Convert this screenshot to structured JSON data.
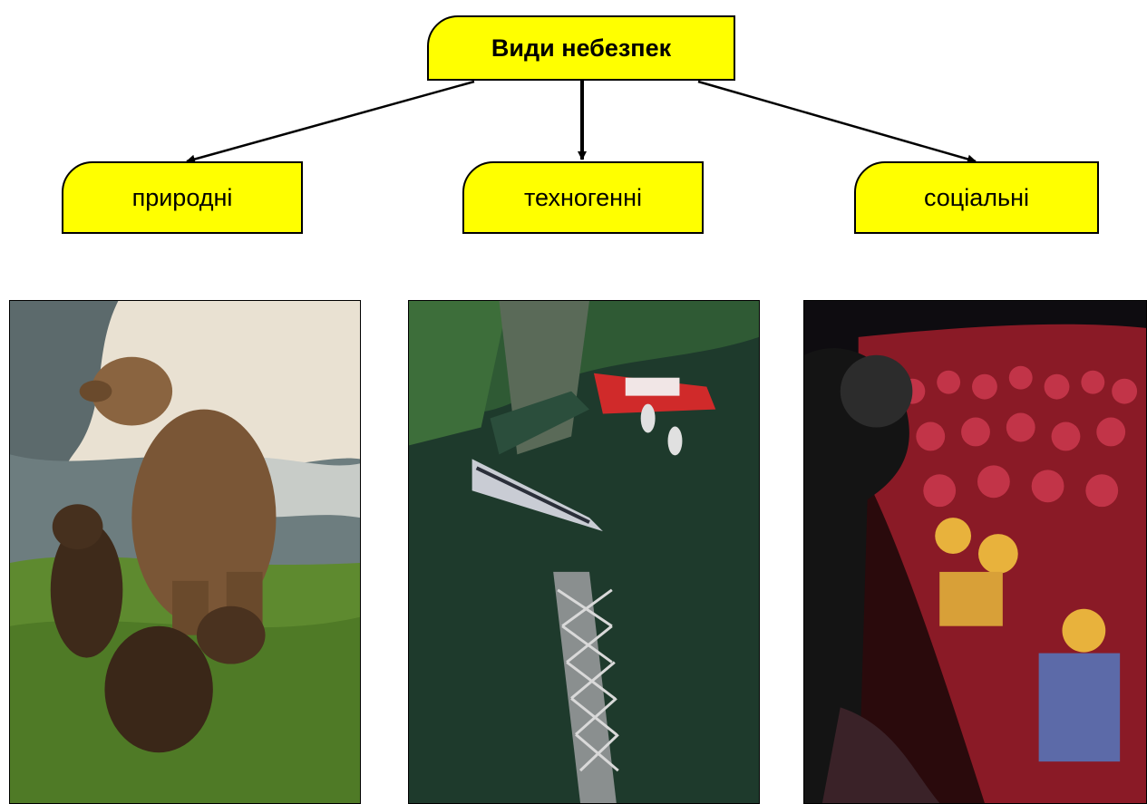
{
  "diagram": {
    "root": {
      "label": "Види небезпек"
    },
    "children": [
      {
        "label": "природні"
      },
      {
        "label": "техногенні"
      },
      {
        "label": "соціальні"
      }
    ]
  },
  "photos": [
    {
      "subject": "brown bear with two cubs on grassy slope"
    },
    {
      "subject": "train cars fallen from collapsed bridge into water with rescue boats"
    },
    {
      "subject": "crowd at a concert reaching toward stage"
    }
  ],
  "colors": {
    "node_fill": "#ffff00",
    "node_border": "#000000",
    "connector": "#000000",
    "background": "#ffffff"
  }
}
